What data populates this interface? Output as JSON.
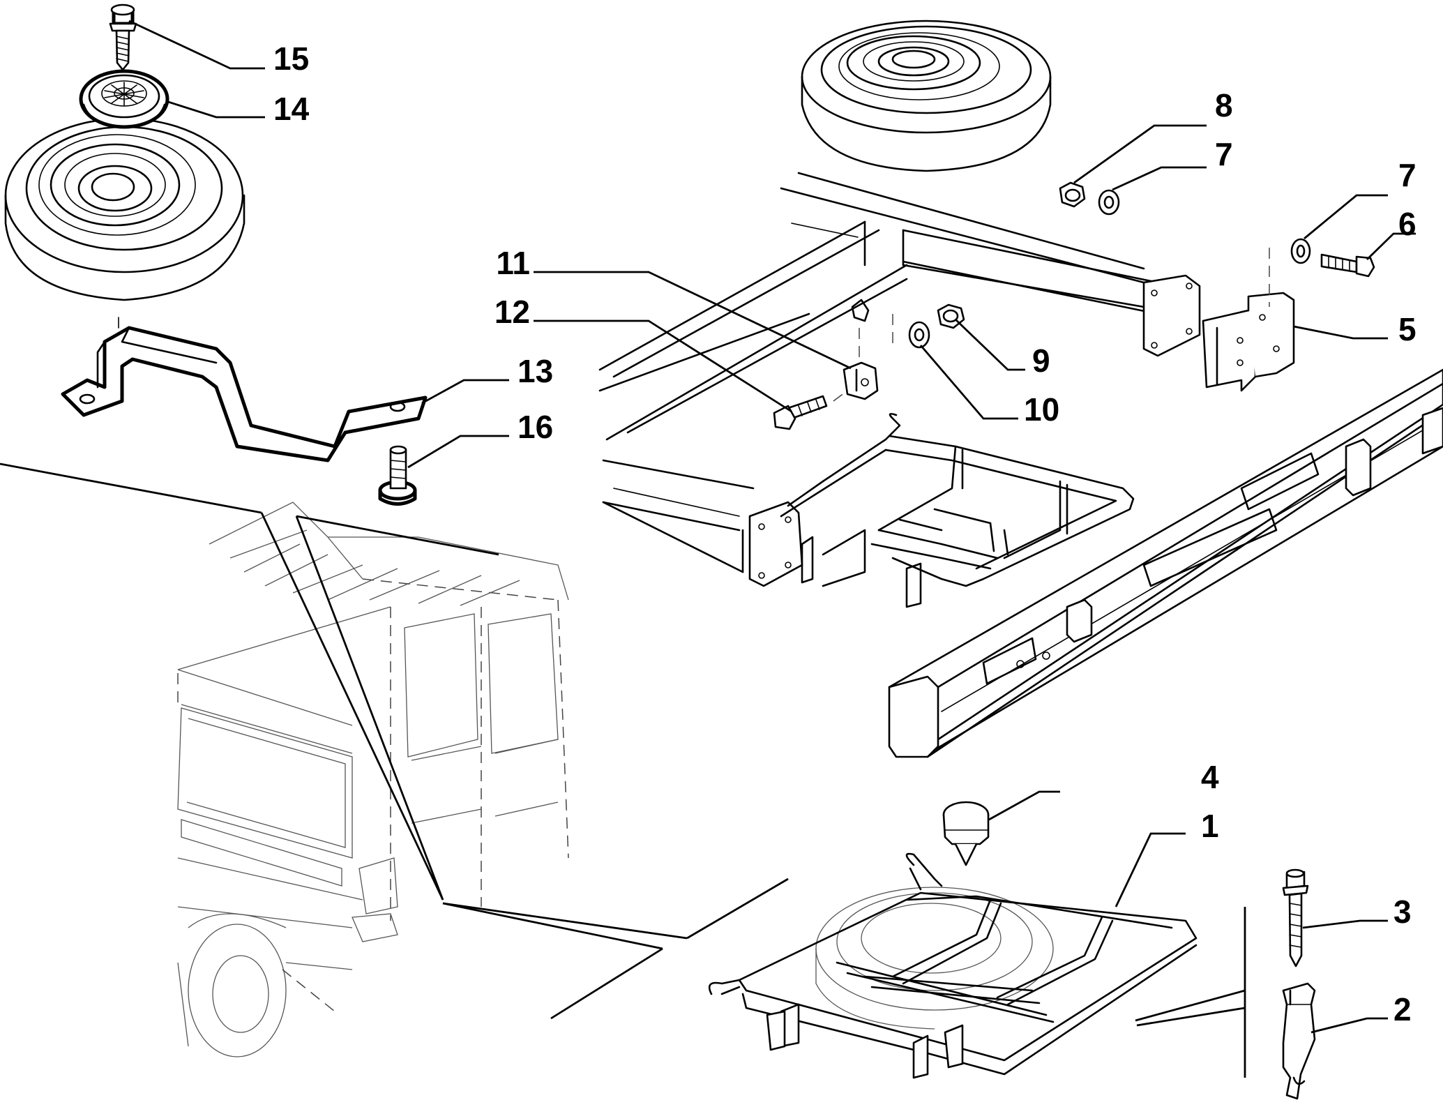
{
  "callouts": [
    {
      "id": "1",
      "label": "1"
    },
    {
      "id": "2",
      "label": "2"
    },
    {
      "id": "3",
      "label": "3"
    },
    {
      "id": "4",
      "label": "4"
    },
    {
      "id": "5",
      "label": "5"
    },
    {
      "id": "6",
      "label": "6"
    },
    {
      "id": "7a",
      "label": "7"
    },
    {
      "id": "7b",
      "label": "7"
    },
    {
      "id": "8",
      "label": "8"
    },
    {
      "id": "9",
      "label": "9"
    },
    {
      "id": "10",
      "label": "10"
    },
    {
      "id": "11",
      "label": "11"
    },
    {
      "id": "12",
      "label": "12"
    },
    {
      "id": "13",
      "label": "13"
    },
    {
      "id": "14",
      "label": "14"
    },
    {
      "id": "15",
      "label": "15"
    },
    {
      "id": "16",
      "label": "16"
    }
  ]
}
